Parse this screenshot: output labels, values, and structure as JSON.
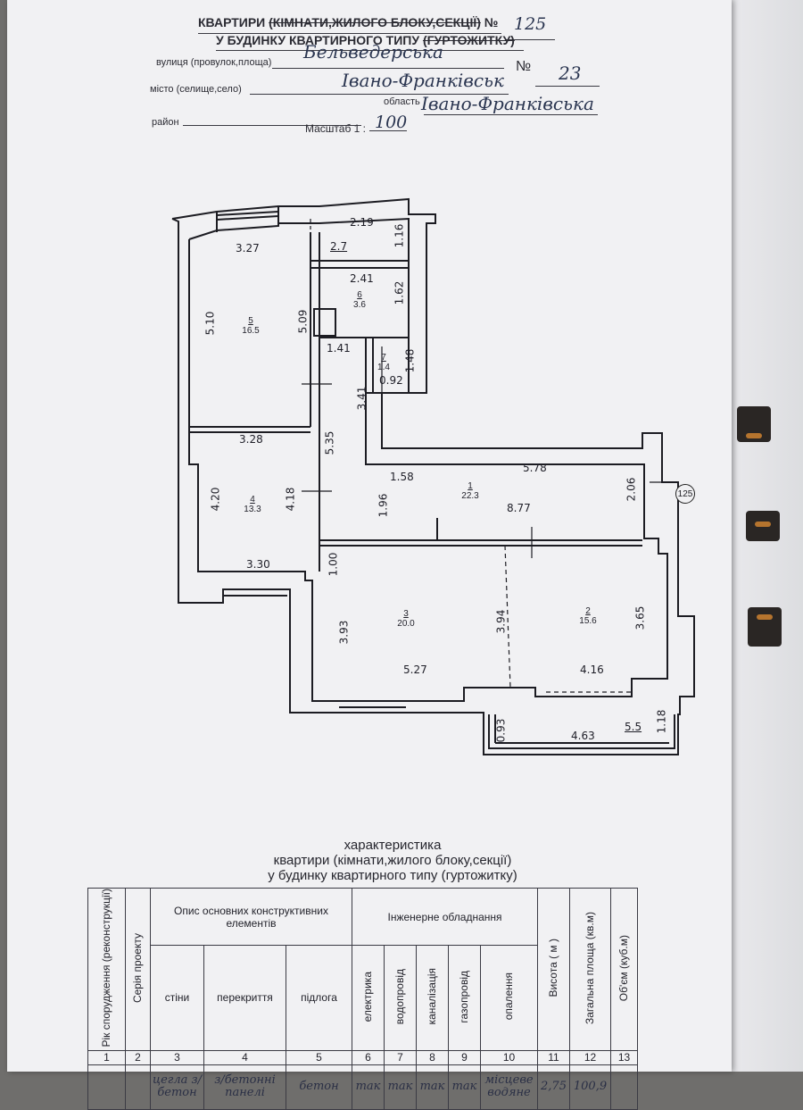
{
  "header": {
    "top_line_prefix": "КВАРТИРИ ",
    "top_line_struck": "(КІМНАТИ,ЖИЛОГО БЛОКУ,СЕКЦІЇ)",
    "top_line_no": " №",
    "apartment_number": "125",
    "second_line_prefix": "У БУДИНКУ КВАРТИРНОГО ТИПУ ",
    "second_line_struck": "(ГУРТОЖИТКУ)",
    "street_label": "вулиця (провулок,площа)",
    "street_value": "Бельведерська",
    "house_no_label": "№",
    "house_no_value": "23",
    "city_label": "місто (селище,село)",
    "city_value": "Івано-Франківськ",
    "region_label": "область",
    "region_value": "Івано-Франківська",
    "district_label": "район",
    "scale_label": "Масштаб 1 :",
    "scale_value": "100"
  },
  "plan": {
    "apartment_badge": "125",
    "rooms": [
      {
        "no": "1",
        "area": "22.3"
      },
      {
        "no": "2",
        "area": "15.6"
      },
      {
        "no": "3",
        "area": "20.0"
      },
      {
        "no": "4",
        "area": "13.3"
      },
      {
        "no": "5",
        "area": "16.5"
      },
      {
        "no": "6",
        "area": "3.6"
      },
      {
        "no": "7",
        "area": "1.4"
      }
    ],
    "balcony_top": {
      "length": "2.19",
      "area": "2.7",
      "depth": "1.16"
    },
    "balcony_bottom": {
      "length": "4.63",
      "area": "5.5",
      "depth_left": "0.93",
      "depth_right": "1.18"
    },
    "dimensions": {
      "r5_top": "3.27",
      "r5_left": "5.10",
      "r5_right": "5.09",
      "r6_top": "2.41",
      "r6_right": "1.62",
      "r7_top": "1.41",
      "r7_right": "1.48",
      "r7_bottom": "0.92",
      "corr_height": "3.41",
      "corr_left": "5.35",
      "r4_top": "3.28",
      "r4_left": "4.20",
      "r4_right": "4.18",
      "r4_bottom": "3.30",
      "r1_top_left": "1.58",
      "r1_top_right": "5.78",
      "r1_left": "1.96",
      "r1_length": "8.77",
      "r1_right": "2.06",
      "r3_top": "1.00",
      "r3_left": "3.93",
      "r3_right": "3.94",
      "r3_bottom": "5.27",
      "r2_right": "3.65",
      "r2_bottom": "4.16"
    }
  },
  "characteristics": {
    "title_line1": "характеристика",
    "title_line2": "квартири (кімнати,жилого блоку,секції)",
    "title_line3": "у будинку квартирного типу (гуртожитку)",
    "headers": {
      "year": "Рік спорудження (реконструкції)",
      "series": "Серія проекту",
      "structural_group": "Опис основних конструктивних елементів",
      "walls": "стіни",
      "floors": "перекриття",
      "flooring": "підлога",
      "engineering_group": "Інженерне обладнання",
      "electric": "електрика",
      "water": "водопровід",
      "sewer": "каналізація",
      "gas": "газопровід",
      "heating": "опалення",
      "height": "Висота ( м )",
      "total_area": "Загальна площа (кв.м)",
      "volume": "Об'єм (куб.м)"
    },
    "column_numbers": [
      "1",
      "2",
      "3",
      "4",
      "5",
      "6",
      "7",
      "8",
      "9",
      "10",
      "11",
      "12",
      "13"
    ],
    "values": {
      "year": "",
      "series": "",
      "walls": "цегла з/бетон",
      "floors": "з/бетонні панелі",
      "flooring": "бетон",
      "electric": "так",
      "water": "так",
      "sewer": "так",
      "gas": "так",
      "heating": "місцеве водяне",
      "height": "2,75",
      "total_area": "100,9",
      "volume": ""
    }
  }
}
